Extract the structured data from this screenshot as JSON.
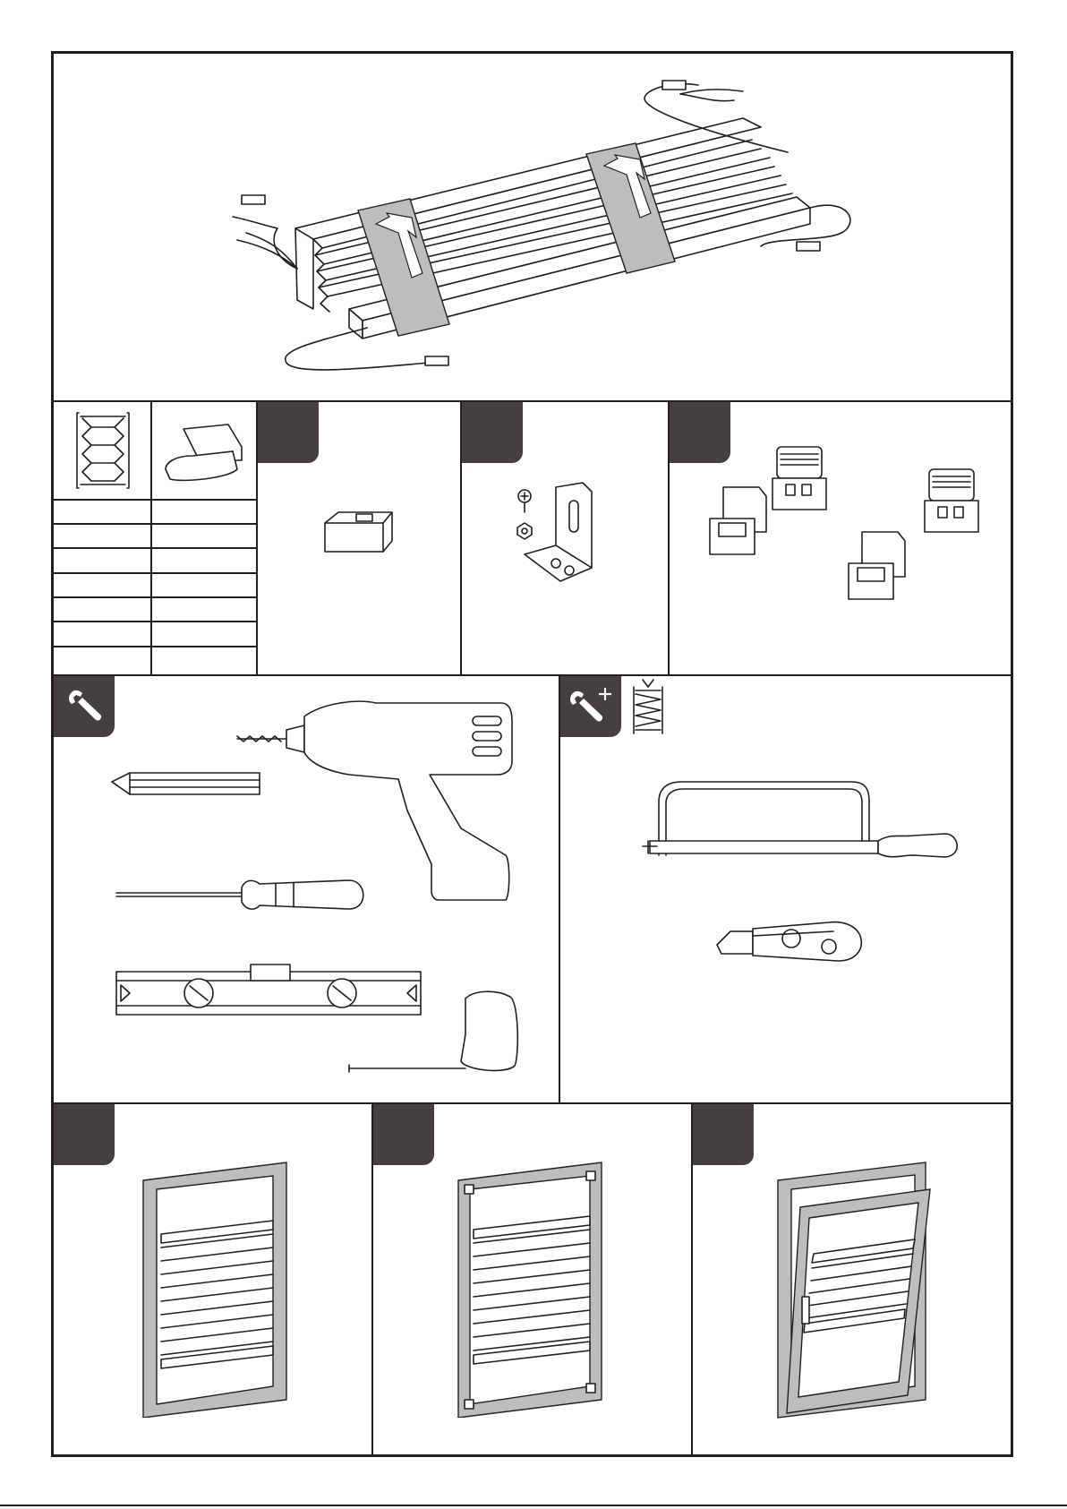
{
  "document": {
    "type": "assembly-instructions-page",
    "sections": {
      "product": {
        "icon": "pleated-blind-package"
      },
      "parts_table": {
        "rows": 7,
        "columns": 2,
        "header_icons": [
          "pleated-blind-icon",
          "bracket-clip-icon"
        ]
      },
      "parts": [
        {
          "icon": "end-cap-part"
        },
        {
          "icon": "angle-bracket-with-screw-and-nut"
        },
        {
          "icon": "clip-holders-set"
        }
      ],
      "tools_required": {
        "icon": "wrench-icon",
        "items": [
          "drill-icon",
          "pencil-icon",
          "screwdriver-icon",
          "spirit-level-icon",
          "tape-measure-icon"
        ]
      },
      "tools_optional": {
        "icon": "wrench-plus-icon",
        "items": [
          "hacksaw-icon",
          "utility-knife-icon"
        ]
      },
      "installation_options": [
        {
          "icon": "window-in-frame-mount"
        },
        {
          "icon": "window-with-clips-mount"
        },
        {
          "icon": "tilted-window-mount"
        }
      ]
    }
  },
  "colors": {
    "frame": "#231f20",
    "tab": "#453f3f",
    "strap": "#bdbdbd"
  }
}
